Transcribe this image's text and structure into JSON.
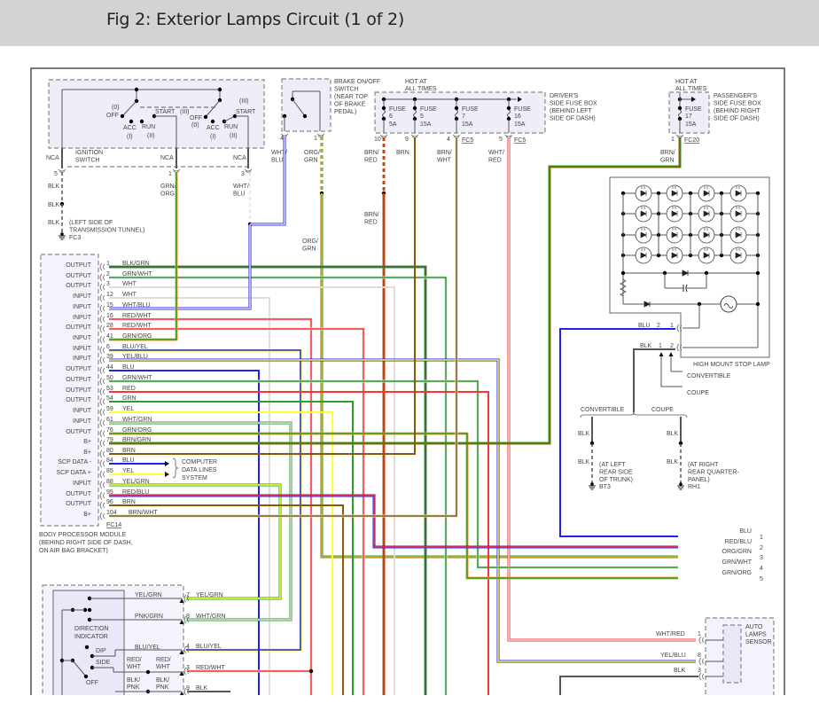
{
  "title": "Fig 2: Exterior Lamps Circuit (1 of 2)",
  "wire_colors": {
    "BLK": "#555555",
    "GRN": "#2c9e2c",
    "WHT": "#dddddd",
    "BLU": "#2222ee",
    "RED": "#ff3333",
    "YEL": "#ffff33",
    "ORG": "#f0a030",
    "BRN": "#8b5a00",
    "PNK": "#ffaaaa"
  },
  "ignition_switch": {
    "name": [
      "IGNITION",
      "SWITCH"
    ],
    "nca": "NCA",
    "pins": [
      "5",
      "1",
      "3"
    ],
    "positions": {
      "zero_left": "(0)",
      "off_left": "OFF",
      "acc_left": "ACC",
      "i_left": "(I)",
      "run_left": "RUN",
      "ii_left": "(II)",
      "start_left": "START",
      "iii_left": "(III)",
      "off_right": "OFF",
      "zero_right": "(0)",
      "acc_right": "ACC",
      "i_right": "(I)",
      "run_right": "RUN",
      "ii_right": "(II)",
      "start_right": "START",
      "iii_right": "(III)"
    },
    "wire_pin5": "BLK",
    "wire_pin1": [
      "GRN/",
      "ORG"
    ],
    "wire_pin3": [
      "WHT/",
      "BLU"
    ]
  },
  "ground_fc3": {
    "wire_top": "BLK",
    "wire_bottom": "BLK",
    "location": [
      "(LEFT SIDE OF",
      "TRANSMISSION TUNNEL)"
    ],
    "id": "FC3"
  },
  "brake_switch": {
    "name": [
      "BRAKE ON/OFF",
      "SWITCH",
      "(NEAR TOP",
      "OF BRAKE",
      "PEDAL)"
    ],
    "pins": [
      "4",
      "1"
    ],
    "wire_pin4": [
      "WHT/",
      "BLU"
    ],
    "wire_pin1": [
      "ORG/",
      "GRN"
    ],
    "wire_pin1_lower": [
      "ORG/",
      "GRN"
    ]
  },
  "drivers_fuse_box": {
    "hot": [
      "HOT AT",
      "ALL TIMES"
    ],
    "name": [
      "DRIVER'S",
      "SIDE FUSE BOX",
      "(BEHIND LEFT",
      "SIDE OF DASH)"
    ],
    "fuses": [
      {
        "label": "FUSE",
        "number": "6",
        "rating": "5A",
        "pin": "10",
        "connector": "",
        "wire": [
          "BRN/",
          "RED"
        ]
      },
      {
        "label": "FUSE",
        "number": "5",
        "rating": "15A",
        "pin": "9",
        "connector": "",
        "wire": [
          "BRN"
        ]
      },
      {
        "label": "FUSE",
        "number": "7",
        "rating": "15A",
        "pin": "4",
        "connector": "FC5",
        "wire": [
          "BRN/",
          "WHT"
        ]
      },
      {
        "label": "FUSE",
        "number": "16",
        "rating": "15A",
        "pin": "5",
        "connector": "FC5",
        "wire": [
          "WHT/",
          "RED"
        ]
      }
    ],
    "fuse6_lower_wire": [
      "BRN/",
      "RED"
    ]
  },
  "passengers_fuse_box": {
    "hot": [
      "HOT AT",
      "ALL TIMES"
    ],
    "name": [
      "PASSENGER'S",
      "SIDE FUSE BOX",
      "(BEHIND RIGHT",
      "SIDE OF DASH)"
    ],
    "fuse": {
      "label": "FUSE",
      "number": "17",
      "rating": "15A",
      "pin": "1",
      "connector": "FC20",
      "wire": [
        "BRN/",
        "GRN"
      ]
    }
  },
  "bpm": {
    "connector": "FC14",
    "name": [
      "BODY PROCESSOR MODULE",
      "(BEHIND RIGHT SIDE OF DASH,",
      "ON AIR BAG BRACKET)"
    ],
    "pins": [
      {
        "label": "OUTPUT",
        "pin": "1",
        "wire": "BLK/GRN"
      },
      {
        "label": "OUTPUT",
        "pin": "2",
        "wire": "GRN/WHT"
      },
      {
        "label": "OUTPUT",
        "pin": "3",
        "wire": "WHT"
      },
      {
        "label": "INPUT",
        "pin": "12",
        "wire": "WHT"
      },
      {
        "label": "INPUT",
        "pin": "15",
        "wire": "WHT/BLU"
      },
      {
        "label": "INPUT",
        "pin": "16",
        "wire": "RED/WHT"
      },
      {
        "label": "OUTPUT",
        "pin": "28",
        "wire": "RED/WHT"
      },
      {
        "label": "INPUT",
        "pin": "41",
        "wire": "GRN/ORG"
      },
      {
        "label": "INPUT",
        "pin": "6",
        "wire": "BLU/YEL"
      },
      {
        "label": "INPUT",
        "pin": "39",
        "wire": "YEL/BLU"
      },
      {
        "label": "OUTPUT",
        "pin": "44",
        "wire": "BLU"
      },
      {
        "label": "OUTPUT",
        "pin": "50",
        "wire": "GRN/WHT"
      },
      {
        "label": "OUTPUT",
        "pin": "53",
        "wire": "RED"
      },
      {
        "label": "OUTPUT",
        "pin": "54",
        "wire": "GRN"
      },
      {
        "label": "INPUT",
        "pin": "59",
        "wire": "YEL"
      },
      {
        "label": "INPUT",
        "pin": "61",
        "wire": "WHT/GRN"
      },
      {
        "label": "OUTPUT",
        "pin": "76",
        "wire": "GRN/ORG"
      },
      {
        "label": "B+",
        "pin": "79",
        "wire": "BRN/GRN"
      },
      {
        "label": "B+",
        "pin": "80",
        "wire": "BRN"
      },
      {
        "label": "SCP DATA -",
        "pin": "84",
        "wire": "BLU"
      },
      {
        "label": "SCP DATA +",
        "pin": "85",
        "wire": "YEL"
      },
      {
        "label": "INPUT",
        "pin": "88",
        "wire": "YEL/GRN"
      },
      {
        "label": "OUTPUT",
        "pin": "95",
        "wire": "RED/BLU"
      },
      {
        "label": "OUTPUT",
        "pin": "96",
        "wire": "BRN"
      },
      {
        "label": "B+",
        "pin": "104",
        "wire": "BRN/WHT"
      }
    ]
  },
  "data_lines": [
    "COMPUTER",
    "DATA LINES",
    "SYSTEM"
  ],
  "continuations": [
    {
      "wire": "BLU",
      "number": "1"
    },
    {
      "wire": "RED/BLU",
      "number": "2"
    },
    {
      "wire": "ORG/GRN",
      "number": "3"
    },
    {
      "wire": "GRN/WHT",
      "number": "4"
    },
    {
      "wire": "GRN/ORG",
      "number": "5"
    }
  ],
  "stop_lamp": {
    "name": "HIGH MOUNT STOP LAMP",
    "connector_a": {
      "wire": "BLU",
      "pin_a": "2",
      "pin_b": "1"
    },
    "connector_b": {
      "wire": "BLK",
      "pin_a": "1",
      "pin_b": "2"
    },
    "variant_pin2": "CONVERTIBLE",
    "variant_pin1": "COUPE",
    "branch_left": "CONVERTIBLE",
    "branch_right": "COUPE",
    "ground_left": {
      "wire_top": "BLK",
      "wire_bottom": "BLK",
      "location": [
        "(AT LEFT",
        "REAR SIDE",
        "OF TRUNK)"
      ],
      "id": "BT3"
    },
    "ground_right": {
      "wire_top": "BLK",
      "wire_bottom": "BLK",
      "location": [
        "(AT RIGHT",
        "REAR QUARTER-",
        "PANEL)"
      ],
      "id": "RH1"
    }
  },
  "direction_indicator": {
    "name": [
      "DIRECTION",
      "INDICATOR"
    ],
    "positions": {
      "dip": "DIP",
      "side": "SIDE",
      "off": "OFF"
    },
    "internal_wires": {
      "w1": "YEL/GRN",
      "w2": "PNK/GRN",
      "w3": "BLU/YEL",
      "w4": [
        "RED/",
        "WHT"
      ],
      "w4b": [
        "RED/",
        "WHT"
      ],
      "w5": [
        "BLK/",
        "PNK"
      ],
      "w5b": [
        "BLK/",
        "PNK"
      ]
    },
    "pins": [
      {
        "pin": "7",
        "wire": "YEL/GRN"
      },
      {
        "pin": "8",
        "wire": "WHT/GRN"
      },
      {
        "pin": "4",
        "wire": "BLU/YEL"
      },
      {
        "pin": "3",
        "wire": "RED/WHT"
      },
      {
        "pin": "9",
        "wire": "BLK"
      }
    ]
  },
  "auto_lamps_sensor": {
    "name": [
      "AUTO",
      "LAMPS",
      "SENSOR"
    ],
    "pins": [
      {
        "pin": "1",
        "wire": "WHT/RED"
      },
      {
        "pin": "8",
        "wire": "YEL/BLU"
      },
      {
        "pin": "3",
        "wire": "BLK"
      }
    ]
  }
}
